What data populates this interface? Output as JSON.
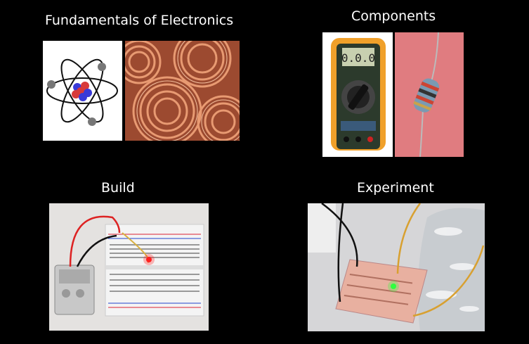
{
  "sections": {
    "fundamentals": {
      "title": "Fundamentals of Electronics"
    },
    "components": {
      "title": "Components",
      "multimeter_display": "0.0.0"
    },
    "build": {
      "title": "Build"
    },
    "experiment": {
      "title": "Experiment"
    }
  },
  "colors": {
    "background": "#000000",
    "text": "#ffffff",
    "copper": "#c8704a",
    "breadboard": "#efefef",
    "multimeter_body": "#f0a02a"
  }
}
